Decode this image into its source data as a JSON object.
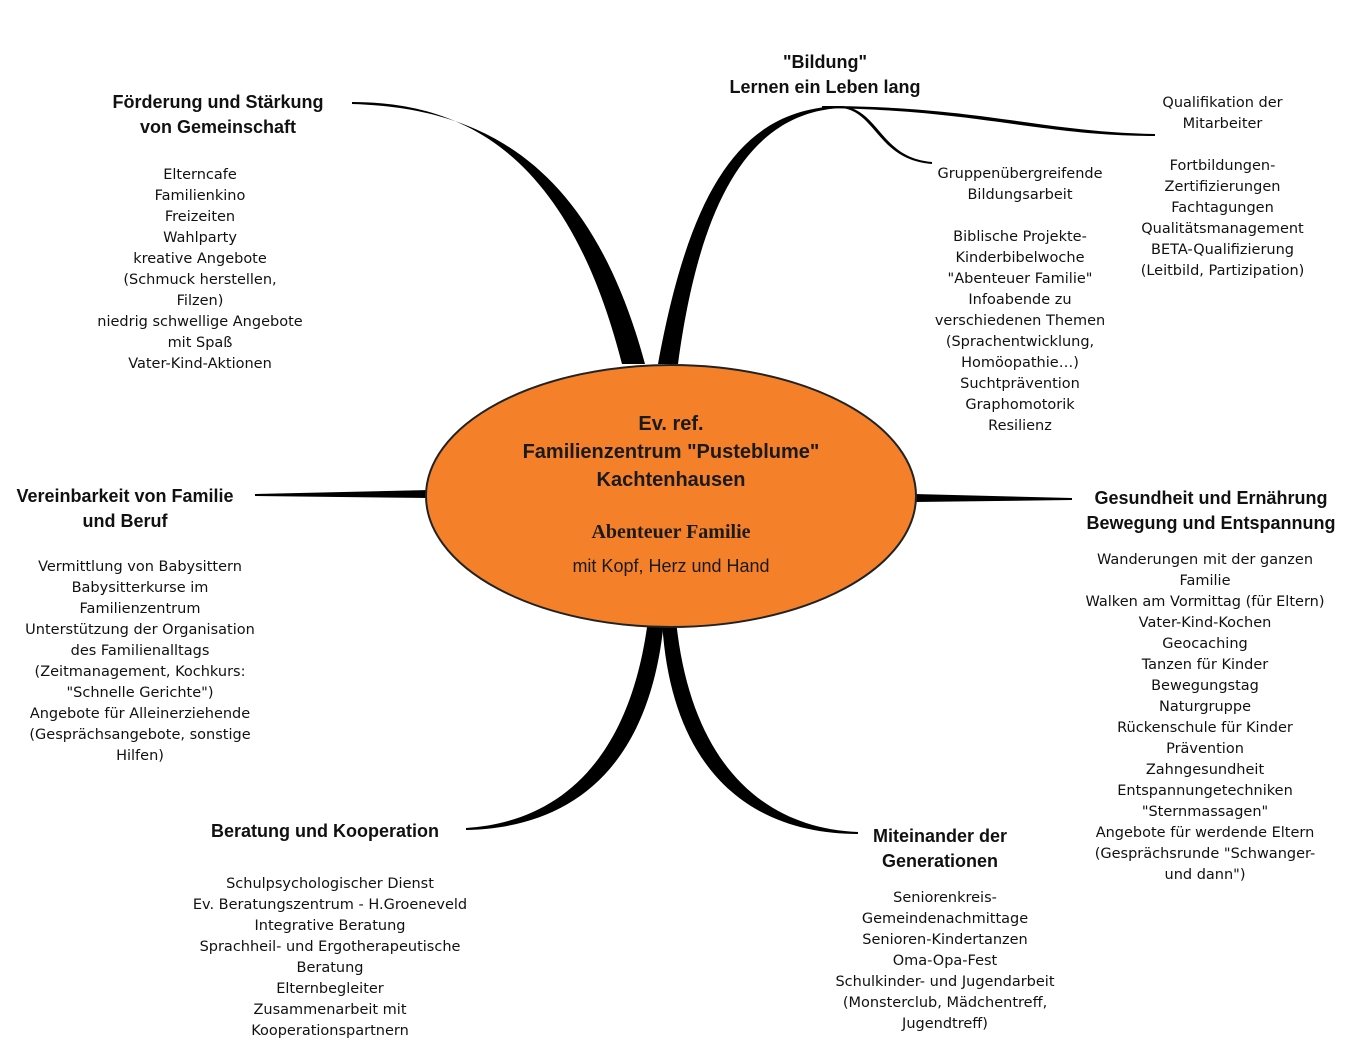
{
  "colors": {
    "ellipse_fill": "#f5802a",
    "ellipse_stroke": "#222222",
    "branch": "#000000"
  },
  "center": {
    "title": "Ev. ref.\nFamilienzentrum \"Pusteblume\"\nKachtenhausen",
    "motto": "Abenteuer Familie",
    "subtitle": "mit Kopf, Herz und Hand"
  },
  "branches": {
    "foerderung": {
      "heading": "Förderung und Stärkung\nvon Gemeinschaft",
      "items": [
        "Elterncafe",
        "Familienkino",
        "Freizeiten",
        "Wahlparty",
        "kreative Angebote",
        "(Schmuck herstellen,",
        "Filzen)",
        "niedrig schwellige Angebote",
        "mit Spaß",
        "Vater-Kind-Aktionen"
      ]
    },
    "bildung": {
      "heading": "\"Bildung\"\nLernen ein Leben lang",
      "sub_left": {
        "heading": [
          "Gruppenübergreifende",
          "Bildungsarbeit"
        ],
        "items": [
          "Biblische Projekte-",
          "Kinderbibelwoche",
          "\"Abenteuer Familie\"",
          "Infoabende zu",
          "verschiedenen Themen",
          "(Sprachentwicklung,",
          "Homöopathie…)",
          "Suchtprävention",
          "Graphomotorik",
          "Resilienz"
        ]
      },
      "sub_right": {
        "heading": [
          "Qualifikation der",
          "Mitarbeiter"
        ],
        "items": [
          "Fortbildungen-",
          "Zertifizierungen",
          "Fachtagungen",
          "Qualitätsmanagement",
          "BETA-Qualifizierung",
          "(Leitbild, Partizipation)"
        ]
      }
    },
    "vereinbarkeit": {
      "heading": "Vereinbarkeit von Familie\nund Beruf",
      "items": [
        "Vermittlung von Babysittern",
        "Babysitterkurse im",
        "Familienzentrum",
        "Unterstützung der Organisation",
        "des Familienalltags",
        "(Zeitmanagement, Kochkurs:",
        "\"Schnelle Gerichte\")",
        "Angebote für Alleinerziehende",
        "(Gesprächsangebote, sonstige",
        "Hilfen)"
      ]
    },
    "gesundheit": {
      "heading": "Gesundheit und Ernährung\nBewegung und Entspannung",
      "items": [
        "Wanderungen mit der ganzen",
        "Familie",
        "Walken am Vormittag (für Eltern)",
        "Vater-Kind-Kochen",
        "Geocaching",
        "Tanzen für Kinder",
        "Bewegungstag",
        "Naturgruppe",
        "Rückenschule für Kinder",
        "Prävention",
        "Zahngesundheit",
        "Entspannungetechniken",
        "\"Sternmassagen\"",
        "Angebote für werdende Eltern",
        "(Gesprächsrunde \"Schwanger-",
        "und dann\")"
      ]
    },
    "beratung": {
      "heading": "Beratung und Kooperation",
      "items": [
        "Schulpsychologischer Dienst",
        "Ev. Beratungszentrum - H.Groeneveld",
        "Integrative Beratung",
        "Sprachheil- und Ergotherapeutische",
        "Beratung",
        "Elternbegleiter",
        "Zusammenarbeit mit",
        "Kooperationspartnern"
      ]
    },
    "miteinander": {
      "heading": "Miteinander der\nGenerationen",
      "items": [
        "Seniorenkreis-",
        "Gemeindenachmittage",
        "Senioren-Kindertanzen",
        "Oma-Opa-Fest",
        "Schulkinder- und Jugendarbeit",
        "(Monsterclub, Mädchentreff,",
        "Jugendtreff)"
      ]
    }
  }
}
